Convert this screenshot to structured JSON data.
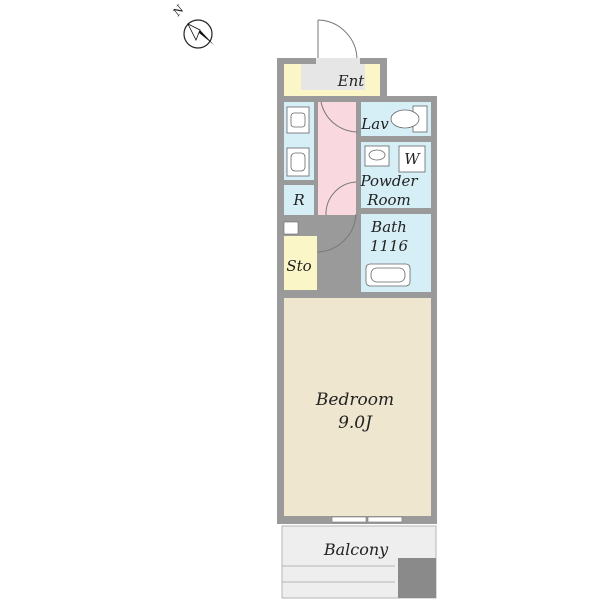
{
  "compass": {
    "north_label": "N"
  },
  "rooms": {
    "entrance": {
      "label": "Ent"
    },
    "lavatory": {
      "label": "Lav"
    },
    "washer": {
      "label": "W"
    },
    "powder_room": {
      "label_line1": "Powder",
      "label_line2": "Room"
    },
    "bath": {
      "label": "Bath",
      "size": "1116"
    },
    "refrigerator": {
      "label": "R"
    },
    "storage": {
      "label": "Sto"
    },
    "bedroom": {
      "label": "Bedroom",
      "size": "9.0J"
    },
    "balcony": {
      "label": "Balcony"
    }
  },
  "colors": {
    "wall": "#9a9a9a",
    "bedroom_floor": "#efe6cf",
    "wet_area": "#d6eef6",
    "entrance_floor": "#fbf6c8",
    "hall_floor": "#f9d9df",
    "storage_floor": "#fbf6c8",
    "balcony_floor": "#eeeeee"
  }
}
